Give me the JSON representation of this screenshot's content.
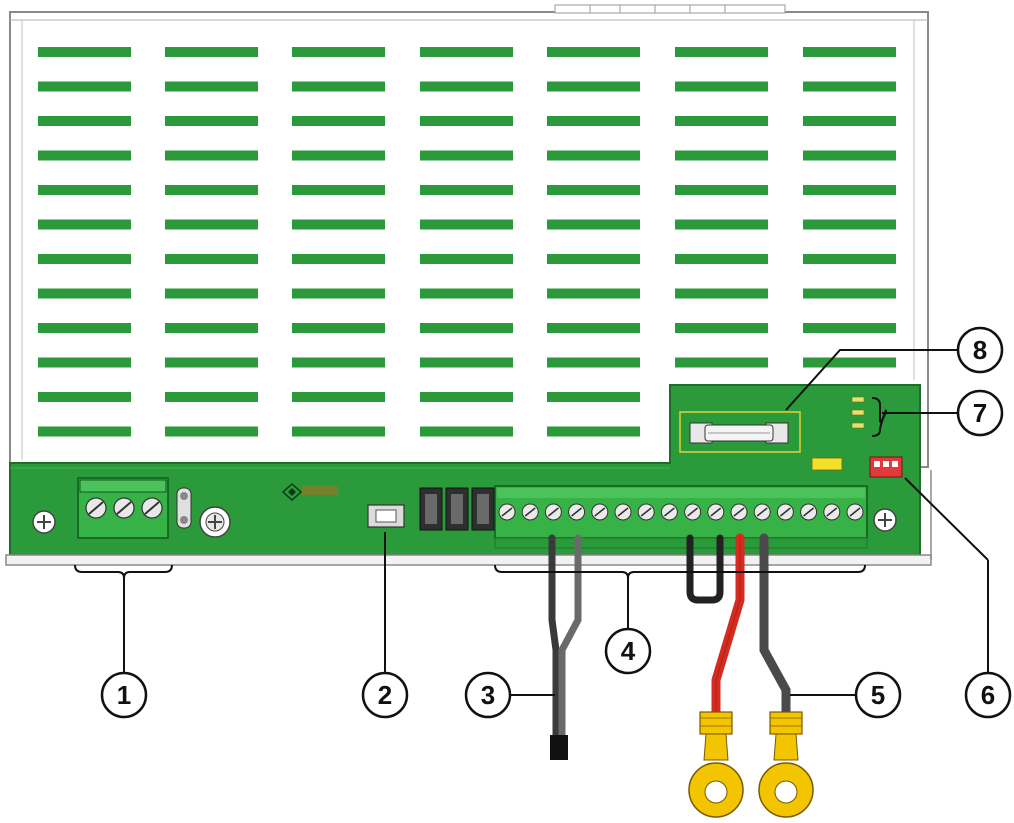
{
  "colors": {
    "enclosure": "#ffffff",
    "enclosure_edge": "#8a8a8a",
    "pcb": "#2b9a3a",
    "pcb_edge": "#1e6e2a",
    "vent_green": "#2b9a3a",
    "terminal": "#36b246",
    "red_wire": "#d42a20",
    "black_wire": "#4a4a4a",
    "lug": "#f3c400",
    "connector": "#e23a3a",
    "led": "#e8e06a",
    "yellow_part": "#f3e02a"
  },
  "icons": {
    "logo": "pulsar-logo-icon",
    "screw": "screw-icon",
    "fuse": "glass-fuse-icon",
    "button": "tamper-button-icon"
  },
  "callouts": [
    {
      "id": "1",
      "label": "1"
    },
    {
      "id": "2",
      "label": "2"
    },
    {
      "id": "3",
      "label": "3"
    },
    {
      "id": "4",
      "label": "4"
    },
    {
      "id": "5",
      "label": "5"
    },
    {
      "id": "6",
      "label": "6"
    },
    {
      "id": "7",
      "label": "7"
    },
    {
      "id": "8",
      "label": "8"
    }
  ]
}
